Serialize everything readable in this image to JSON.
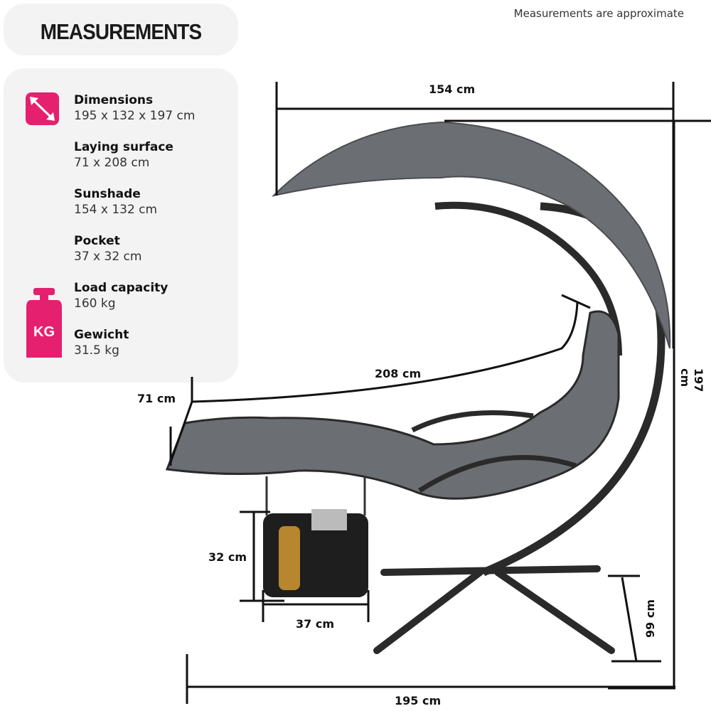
{
  "title": "MEASUREMENTS",
  "note": "Measurements are approximate",
  "specs": [
    {
      "label": "Dimensions",
      "value": "195 x 132 x 197 cm"
    },
    {
      "label": "Laying surface",
      "value": "71 x 208 cm"
    },
    {
      "label": "Sunshade",
      "value": "154 x 132 cm"
    },
    {
      "label": "Pocket",
      "value": "37 x 32 cm"
    },
    {
      "label": "Load capacity",
      "value": "160 kg"
    },
    {
      "label": "Gewicht",
      "value": "31.5 kg"
    }
  ],
  "weight_icon_text": "KG",
  "dimensions": {
    "sunshade_width": "154 cm",
    "height": "197 cm",
    "length": "208 cm",
    "width": "71 cm",
    "pocket_height": "32 cm",
    "pocket_width": "37 cm",
    "base_depth": "99 cm",
    "total_length": "195 cm"
  },
  "colors": {
    "accent": "#e5206f",
    "panel": "#f3f3f3",
    "frame": "#2a2a2a",
    "fabric": "#6b6e72"
  }
}
